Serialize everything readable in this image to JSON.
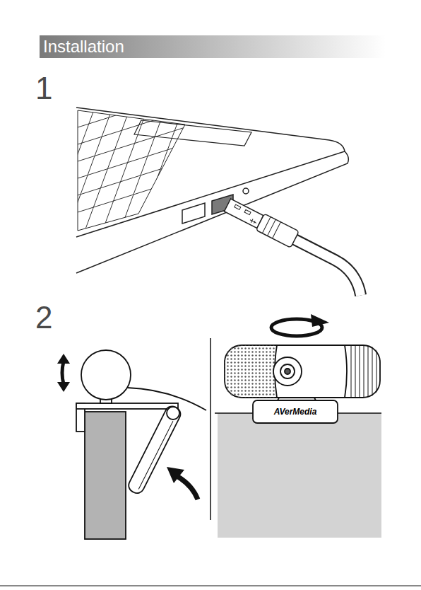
{
  "diagram": {
    "title": "Installation",
    "labels": [
      "1",
      "2",
      "AVerMedia"
    ]
  }
}
